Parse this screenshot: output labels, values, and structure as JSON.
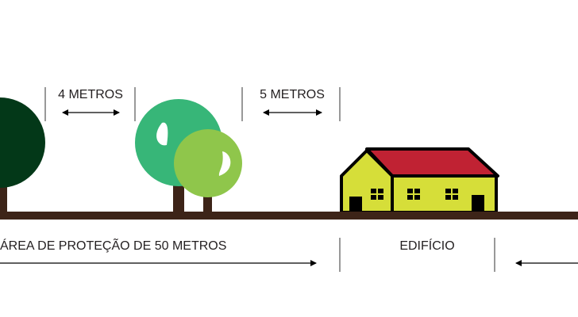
{
  "labels": {
    "gap_trees": "4 METROS",
    "gap_building": "5 METROS",
    "protection_area": "ÁREA DE PROTEÇÃO DE 50 METROS",
    "building": "EDIFÍCIO"
  },
  "colors": {
    "ground": "#3d2418",
    "dark_tree": "#033818",
    "medium_tree": "#37b678",
    "light_tree": "#8fc64b",
    "house_wall": "#d6de39",
    "house_roof": "#c02233",
    "outline": "#000000"
  }
}
